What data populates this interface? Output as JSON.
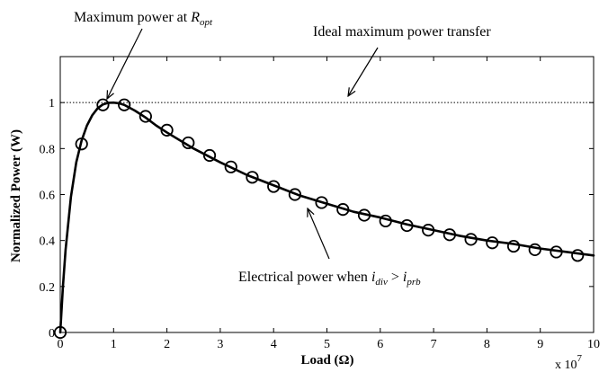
{
  "chart_data": {
    "type": "line",
    "xlabel": "Load  (Ω)",
    "ylabel": "Normalized Power (W)",
    "x_multiplier": "x 10",
    "x_multiplier_exp": "7",
    "xlim": [
      0,
      10
    ],
    "ylim": [
      0,
      1.2
    ],
    "xticks": [
      0,
      1,
      2,
      3,
      4,
      5,
      6,
      7,
      8,
      9,
      10
    ],
    "yticks": [
      0,
      0.2,
      0.4,
      0.6,
      0.8,
      1
    ],
    "grid": false,
    "ideal_level": 1,
    "series": [
      {
        "style": "solid-thick",
        "x": [
          0,
          0.05,
          0.1,
          0.2,
          0.3,
          0.4,
          0.5,
          0.6,
          0.7,
          0.8,
          0.9,
          1.0,
          1.1,
          1.2,
          1.4,
          1.6,
          1.8,
          2.0,
          2.5,
          3.0,
          3.5,
          4.0,
          4.5,
          5.0,
          5.5,
          6.0,
          6.5,
          7.0,
          7.5,
          8.0,
          8.5,
          9.0,
          9.5,
          10.0
        ],
        "y": [
          0,
          0.2,
          0.36,
          0.59,
          0.74,
          0.835,
          0.9,
          0.945,
          0.975,
          0.992,
          0.999,
          1.0,
          0.997,
          0.99,
          0.965,
          0.935,
          0.9,
          0.87,
          0.8,
          0.74,
          0.685,
          0.64,
          0.595,
          0.56,
          0.525,
          0.5,
          0.47,
          0.445,
          0.42,
          0.4,
          0.385,
          0.365,
          0.35,
          0.335
        ]
      },
      {
        "style": "circle-markers",
        "x": [
          0,
          0.4,
          0.8,
          1.2,
          1.6,
          2.0,
          2.4,
          2.8,
          3.2,
          3.6,
          4.0,
          4.4,
          4.9,
          5.3,
          5.7,
          6.1,
          6.5,
          6.9,
          7.3,
          7.7,
          8.1,
          8.5,
          8.9,
          9.3,
          9.7
        ],
        "y": [
          0,
          0.82,
          0.99,
          0.99,
          0.94,
          0.88,
          0.825,
          0.77,
          0.72,
          0.675,
          0.635,
          0.6,
          0.565,
          0.535,
          0.51,
          0.485,
          0.465,
          0.445,
          0.425,
          0.405,
          0.39,
          0.375,
          0.36,
          0.35,
          0.335
        ]
      }
    ],
    "annotations": [
      {
        "id": "max",
        "text": "Maximum power at ",
        "symbol": "R",
        "sub": "opt"
      },
      {
        "id": "ideal",
        "text": "Ideal maximum power transfer"
      },
      {
        "id": "elec",
        "text": "Electrical power when ",
        "var1": "i",
        "sub1": "div",
        "op": " > ",
        "var2": "i",
        "sub2": "prb"
      }
    ]
  }
}
